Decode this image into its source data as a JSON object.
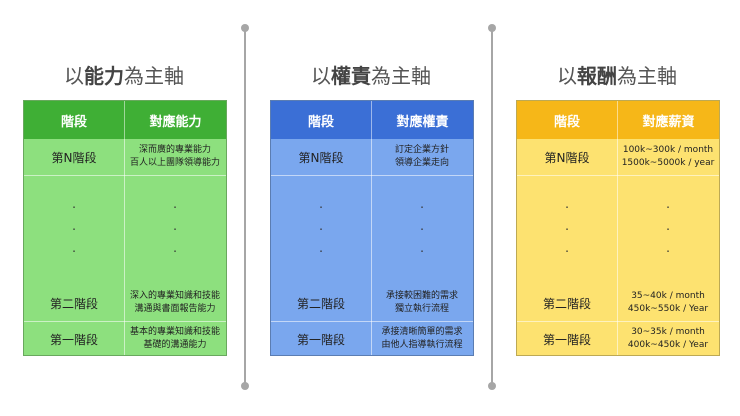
{
  "columns": [
    {
      "title_prefix": "以",
      "title_key": "能力",
      "title_suffix": "為主軸",
      "header": [
        "階段",
        "對應能力"
      ],
      "top_row": {
        "level": "第N階段",
        "desc": [
          "深而廣的專業能力",
          "百人以上團隊領導能力"
        ]
      },
      "ellipsis": ".",
      "row2": {
        "level": "第二階段",
        "desc": [
          "深入的專業知識和技能",
          "溝通與書面報告能力"
        ]
      },
      "row1": {
        "level": "第一階段",
        "desc": [
          "基本的專業知識和技能",
          "基礎的溝通能力"
        ]
      },
      "color": "#3faf35"
    },
    {
      "title_prefix": "以",
      "title_key": "權責",
      "title_suffix": "為主軸",
      "header": [
        "階段",
        "對應權責"
      ],
      "top_row": {
        "level": "第N階段",
        "desc": [
          "訂定企業方針",
          "領導企業走向"
        ]
      },
      "ellipsis": ".",
      "row2": {
        "level": "第二階段",
        "desc": [
          "承接較困難的需求",
          "獨立執行流程"
        ]
      },
      "row1": {
        "level": "第一階段",
        "desc": [
          "承接清晰簡單的需求",
          "由他人指導執行流程"
        ]
      },
      "color": "#3b6fd6"
    },
    {
      "title_prefix": "以",
      "title_key": "報酬",
      "title_suffix": "為主軸",
      "header": [
        "階段",
        "對應薪資"
      ],
      "top_row": {
        "level": "第N階段",
        "desc": [
          "100k~300k / month",
          "1500k~5000k / year"
        ]
      },
      "ellipsis": ".",
      "row2": {
        "level": "第二階段",
        "desc": [
          "35~40k /  month",
          "450k~550k / Year"
        ]
      },
      "row1": {
        "level": "第一階段",
        "desc": [
          "30~35k /  month",
          "400k~450k / Year"
        ]
      },
      "color": "#f6b718"
    }
  ]
}
